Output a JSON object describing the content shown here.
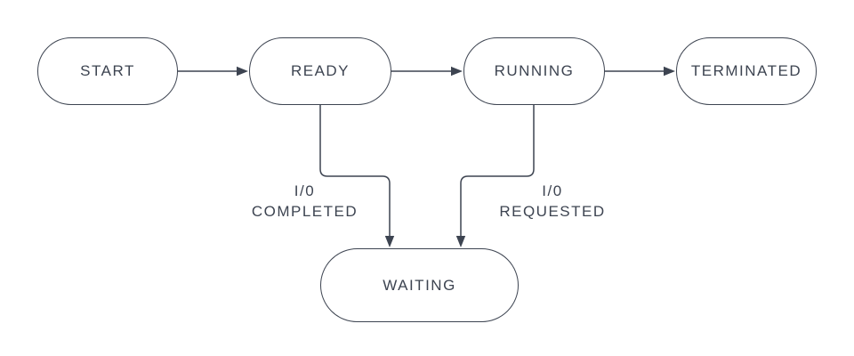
{
  "diagram": {
    "type": "process-state-diagram",
    "colors": {
      "stroke": "#3d4451",
      "text": "#3d4451",
      "background": "#ffffff"
    },
    "nodes": [
      {
        "id": "start",
        "label": "START"
      },
      {
        "id": "ready",
        "label": "READY"
      },
      {
        "id": "running",
        "label": "RUNNING"
      },
      {
        "id": "terminated",
        "label": "TERMINATED"
      },
      {
        "id": "waiting",
        "label": "WAITING"
      }
    ],
    "edges": [
      {
        "from": "start",
        "to": "ready",
        "label": ""
      },
      {
        "from": "ready",
        "to": "running",
        "label": ""
      },
      {
        "from": "running",
        "to": "terminated",
        "label": ""
      },
      {
        "from": "ready",
        "to": "waiting",
        "label": "I/0\nCOMPLETED"
      },
      {
        "from": "running",
        "to": "waiting",
        "label": "I/0\nREQUESTED"
      }
    ]
  }
}
